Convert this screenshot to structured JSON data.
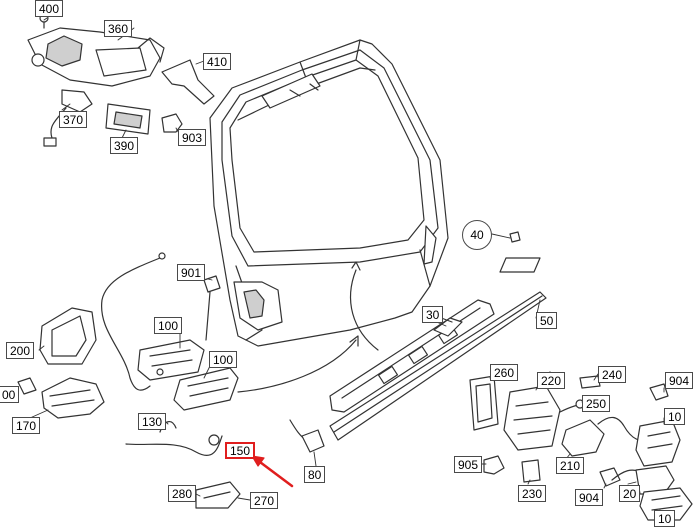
{
  "labels": {
    "l400": "400",
    "l360": "360",
    "l410": "410",
    "l370": "370",
    "l390": "390",
    "l903": "903",
    "l40": "40",
    "l901": "901",
    "l100a": "100",
    "l100b": "100",
    "l200": "200",
    "l30": "30",
    "l50": "50",
    "l170": "170",
    "l00": "00",
    "l130": "130",
    "l150": "150",
    "l80": "80",
    "l260": "260",
    "l220": "220",
    "l240": "240",
    "l904a": "904",
    "l10a": "10",
    "l250": "250",
    "l905": "905",
    "l210": "210",
    "l230": "230",
    "l904b": "904",
    "l20": "20",
    "l280": "280",
    "l270": "270",
    "l10b": "10"
  },
  "colors": {
    "line": "#333333",
    "highlight": "#e01e1e",
    "fill": "#ffffff",
    "shade": "#cfcfcf"
  }
}
